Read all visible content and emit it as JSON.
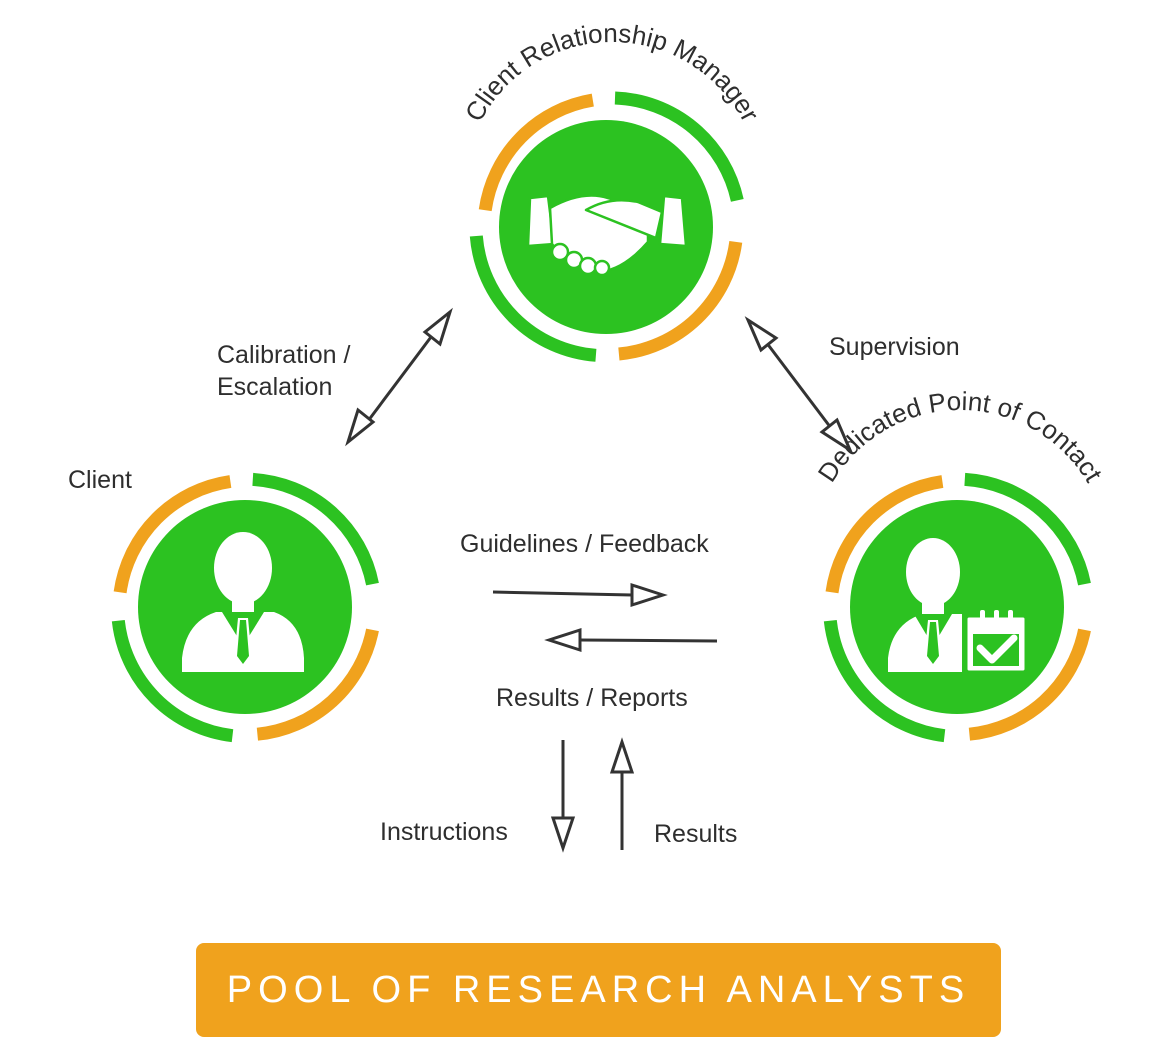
{
  "colors": {
    "green": "#2cc221",
    "orange": "#f0a21d",
    "arrow": "#333333",
    "icon": "#ffffff"
  },
  "nodes": {
    "crm": {
      "label": "Client Relationship Manager",
      "icon": "handshake-icon"
    },
    "client": {
      "label": "Client",
      "icon": "person-icon"
    },
    "dpoc": {
      "label": "Dedicated Point of Contact",
      "icon": "person-checklist-icon"
    }
  },
  "links": {
    "calibration_line1": "Calibration /",
    "calibration_line2": "Escalation",
    "supervision": "Supervision",
    "guidelines": "Guidelines / Feedback",
    "results_reports": "Results / Reports",
    "instructions": "Instructions",
    "results": "Results"
  },
  "pool": {
    "label": "POOL OF RESEARCH ANALYSTS"
  }
}
